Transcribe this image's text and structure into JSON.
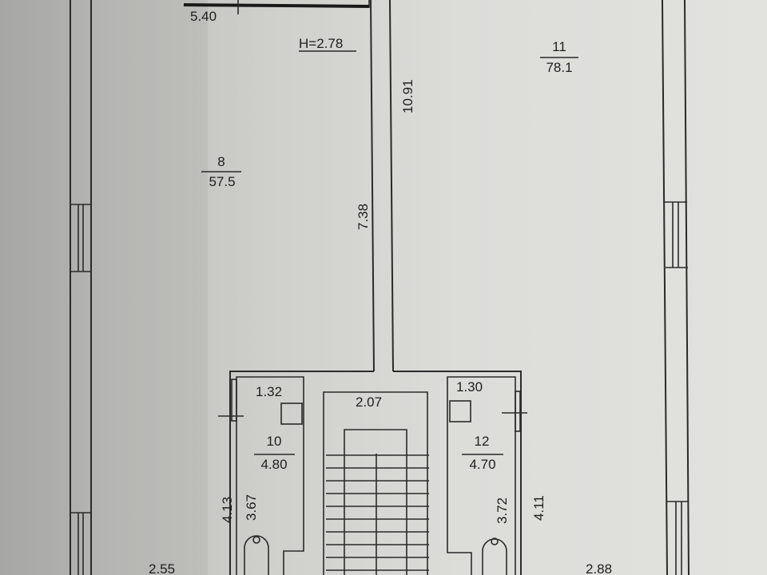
{
  "title": "Floor plan",
  "ceiling_height": "H=2.78",
  "rooms": [
    {
      "number": "8",
      "area": "57.5"
    },
    {
      "number": "11",
      "area": "78.1"
    },
    {
      "number": "10",
      "area": "4.80"
    },
    {
      "number": "12",
      "area": "4.70"
    }
  ],
  "dimensions": {
    "top_left": "5.40",
    "corridor_right": "10.91",
    "corridor_left": "7.38",
    "bath10_width": "1.32",
    "bath10_inner_length": "3.67",
    "bath10_outer_length": "4.13",
    "stair_width": "2.07",
    "bath12_width": "1.30",
    "bath12_inner_length": "3.72",
    "bath12_outer_length": "4.11",
    "bottom_left": "2.55",
    "bottom_right": "2.88"
  }
}
